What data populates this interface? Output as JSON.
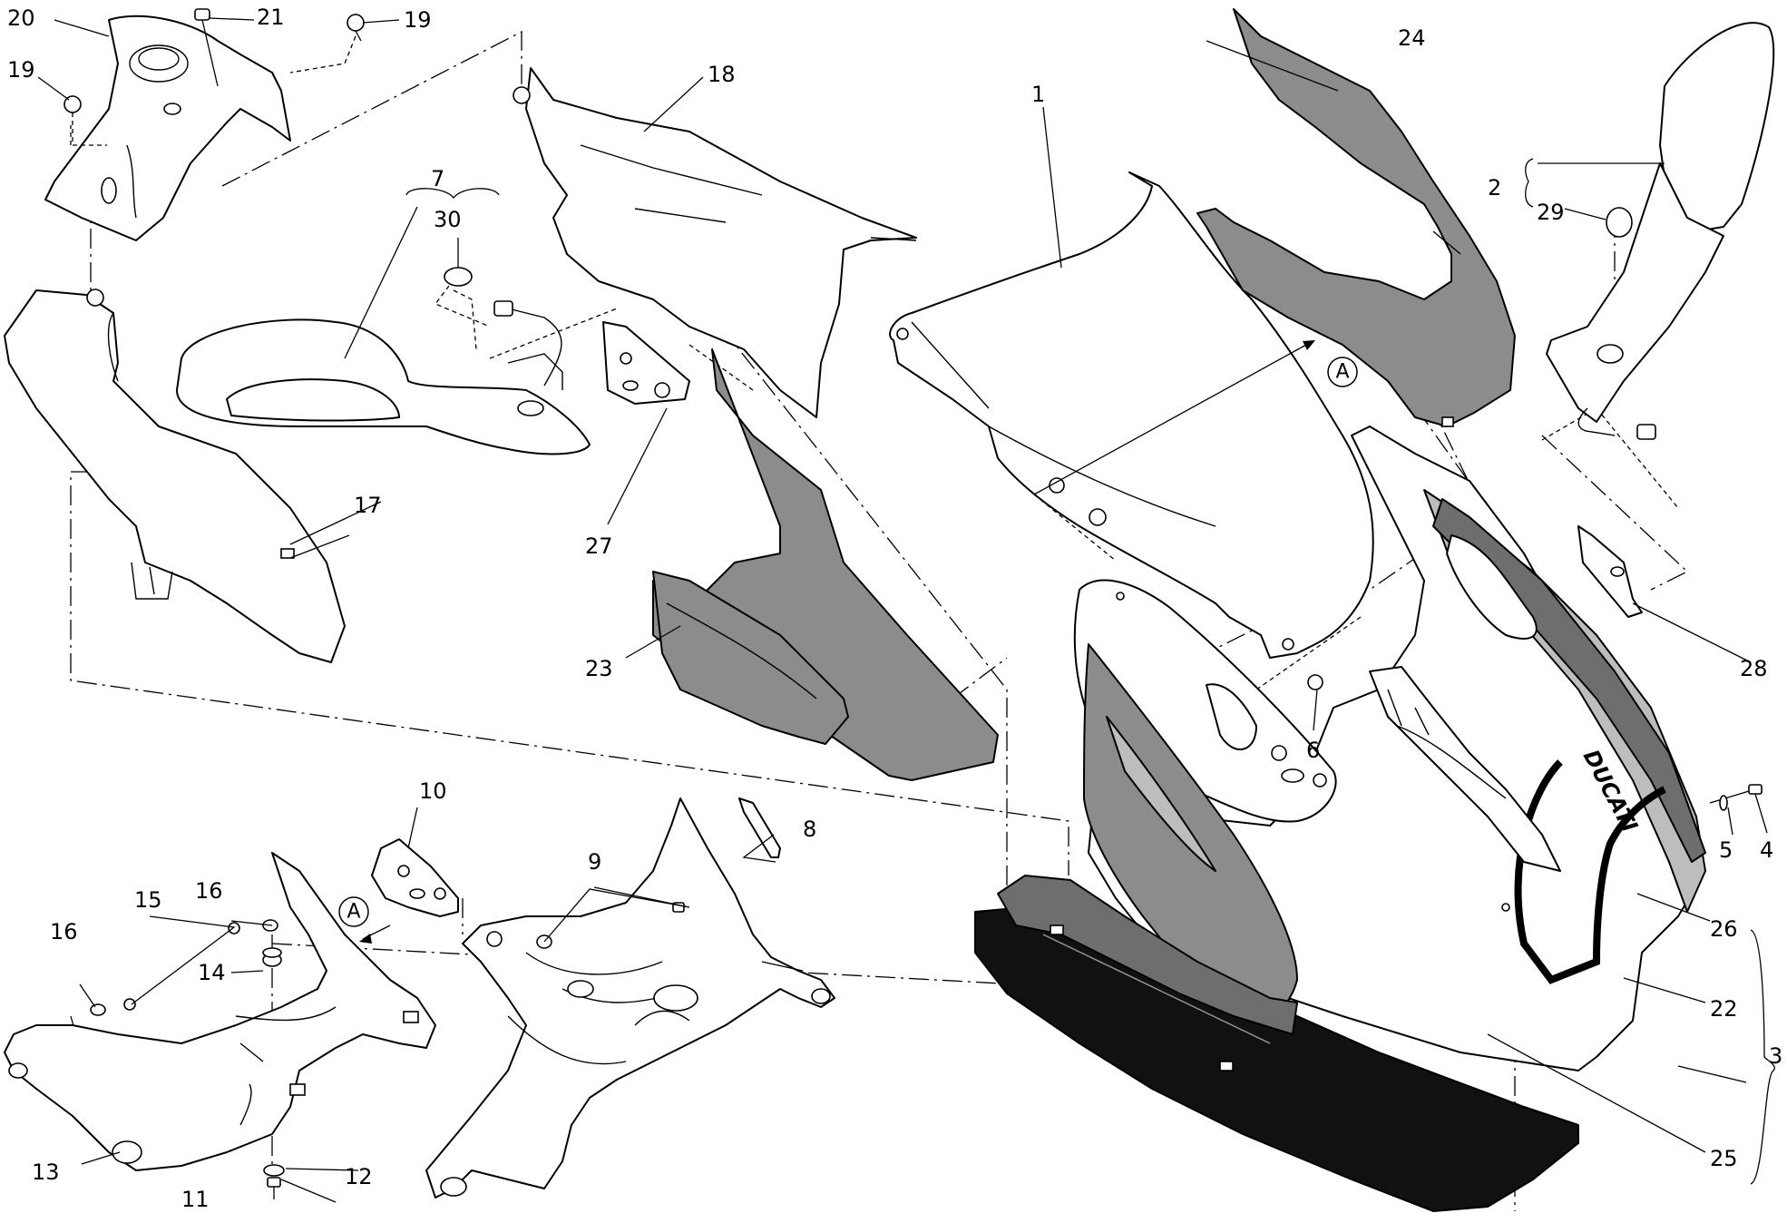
{
  "diagram": {
    "callouts": {
      "c1": "1",
      "c2": "2",
      "c3": "3",
      "c4": "4",
      "c5": "5",
      "c6": "6",
      "c7": "7",
      "c8": "8",
      "c9": "9",
      "c10": "10",
      "c11": "11",
      "c12": "12",
      "c13": "13",
      "c14": "14",
      "c15": "15",
      "c16a": "16",
      "c16b": "16",
      "c17": "17",
      "c18": "18",
      "c19a": "19",
      "c19b": "19",
      "c20": "20",
      "c21": "21",
      "c22": "22",
      "c23": "23",
      "c24": "24",
      "c25": "25",
      "c26": "26",
      "c27": "27",
      "c28": "28",
      "c29": "29",
      "c30": "30"
    },
    "reference_markers": {
      "ref_a_upper": "A",
      "ref_a_lower": "A"
    },
    "brand_text": "DUCATI",
    "colors": {
      "line": "#000000",
      "fairing_grey": "#8c8c8c",
      "stripe_light": "#bdbdbd",
      "stripe_dark": "#6e6e6e",
      "belly_black": "#111111"
    }
  }
}
